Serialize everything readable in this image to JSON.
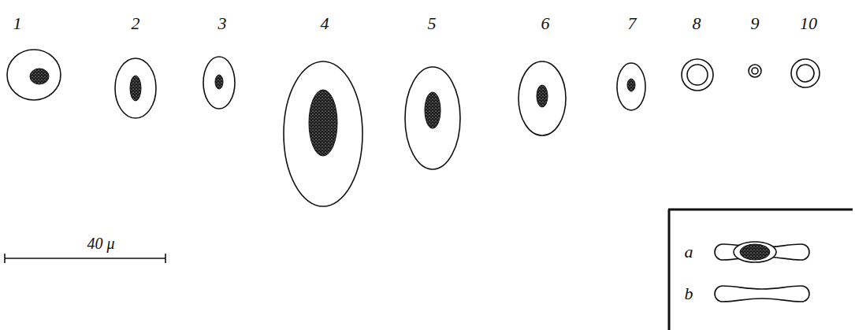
{
  "diagram": {
    "labels": [
      "1",
      "2",
      "3",
      "4",
      "5",
      "6",
      "7",
      "8",
      "9",
      "10",
      "40 μ",
      "a",
      "b"
    ]
  }
}
